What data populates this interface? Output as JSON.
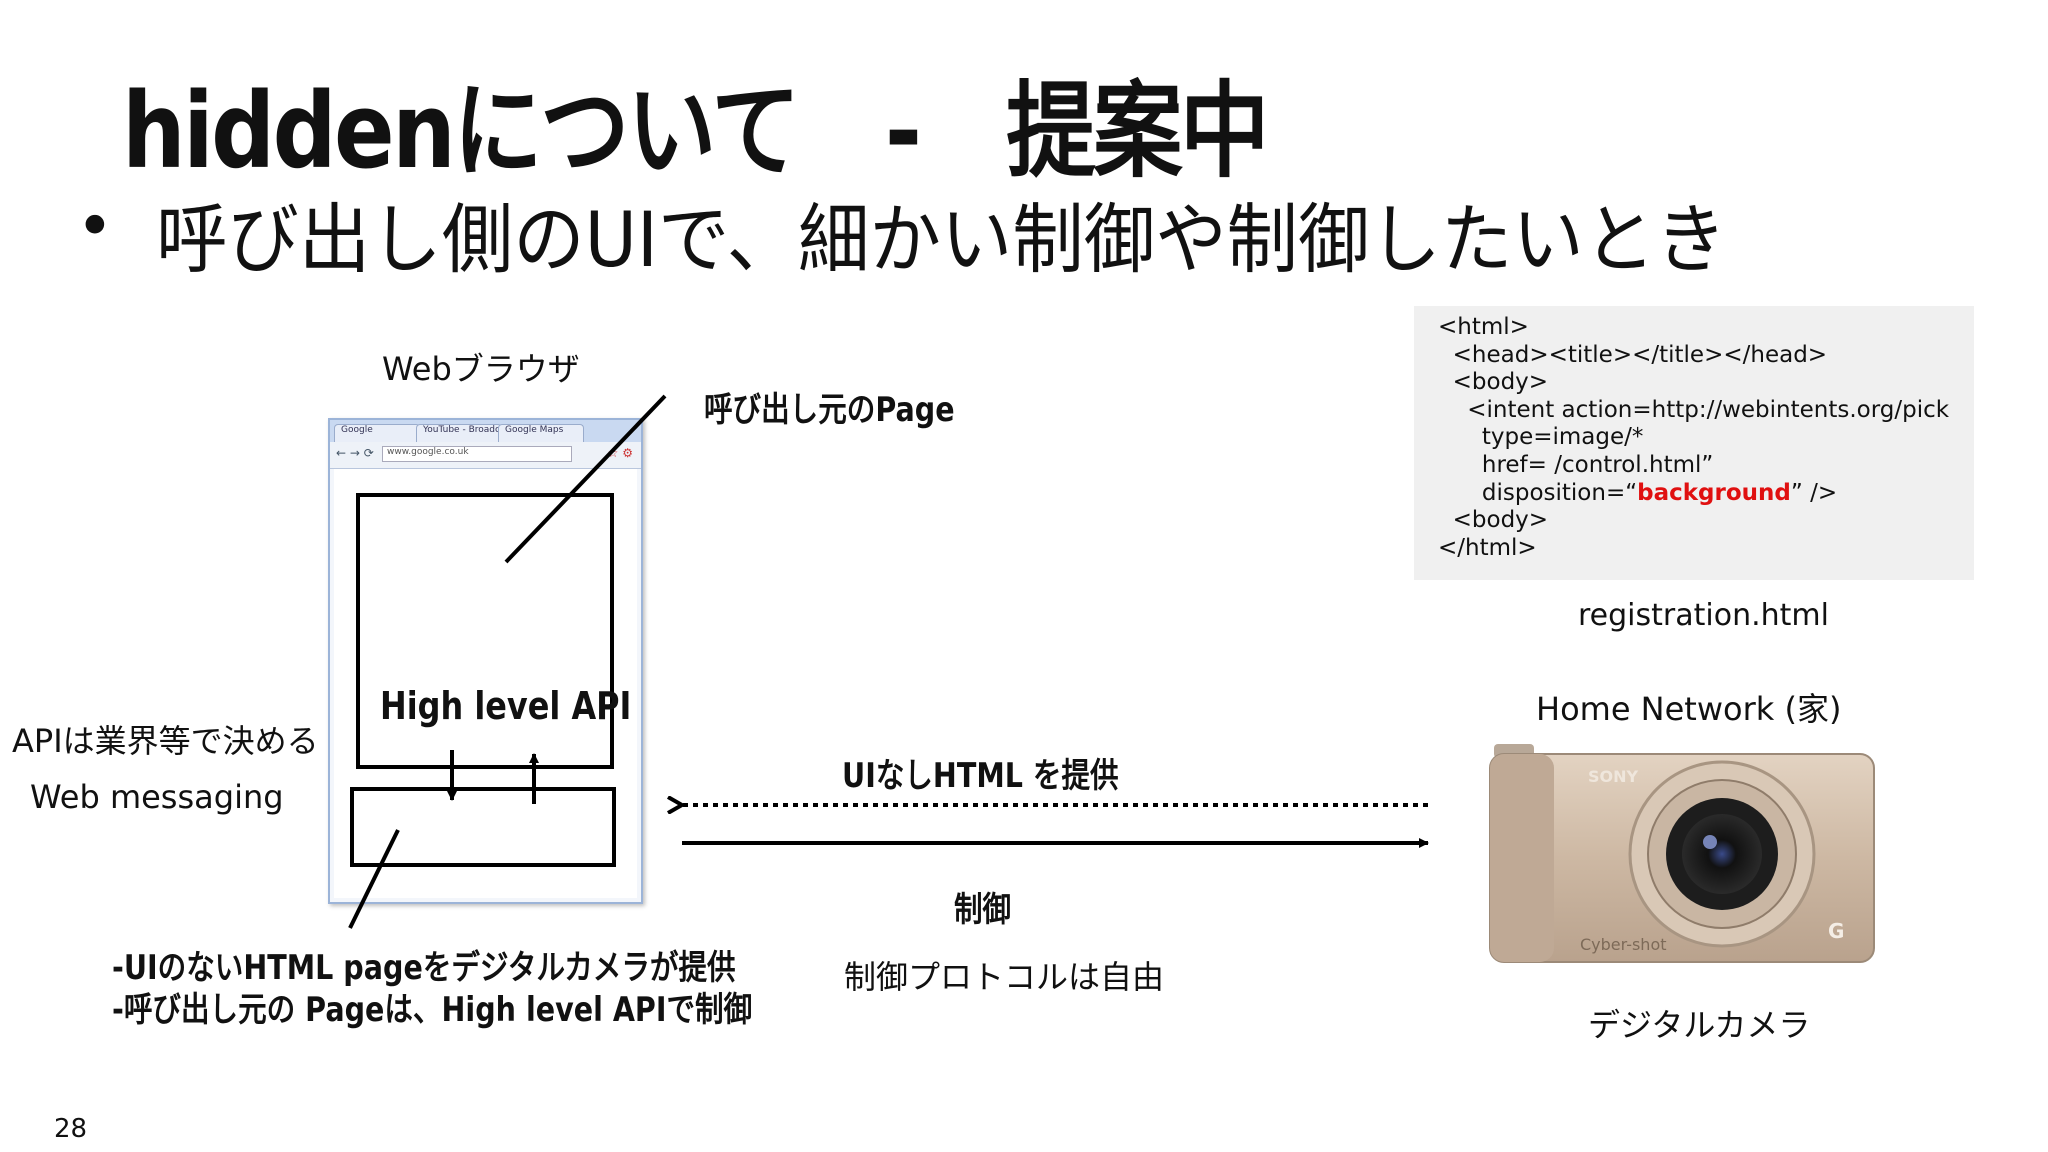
{
  "slide": {
    "title": "hiddenについて　-　提案中",
    "bullet": "呼び出し側のUIで、細かい制御や制御したいとき",
    "page_number": "28"
  },
  "diagram": {
    "browser_label": "Webブラウザ",
    "caller_page_label": "呼び出し元のPage",
    "high_level_api": "High level API",
    "api_industry": "APIは業界等で決める",
    "web_messaging": "Web messaging",
    "note_line1": "-UIのないHTML pageをデジタルカメラが提供",
    "note_line2": "-呼び出し元の Pageは、High level APIで制御",
    "provide_label": "UIなしHTML を提供",
    "control_label": "制御",
    "protocol_label": "制御プロトコルは自由",
    "home_network": "Home Network (家)",
    "camera_label": "デジタルカメラ",
    "registration_file": "registration.html",
    "browser_tabs": [
      "Google",
      "YouTube - Broadcast",
      "Google Maps"
    ],
    "browser_url": "www.google.co.uk",
    "camera_brand": "SONY",
    "camera_model": "Cyber-shot",
    "camera_badge": "G"
  },
  "code": {
    "line1": "<html>",
    "line2": "  <head><title></title></head>",
    "line3": "  <body>",
    "line4": "    <intent action=http://webintents.org/pick",
    "line5": "      type=image/*",
    "line6": "      href= /control.html”",
    "line7_pre": "      disposition=“",
    "line7_red": "background",
    "line7_post": "” />",
    "line8": "  <body>",
    "line9": "</html>"
  },
  "colors": {
    "highlight": "#e01010",
    "code_bg": "#f0f0f0",
    "browser_frame": "#9cb4d8"
  }
}
